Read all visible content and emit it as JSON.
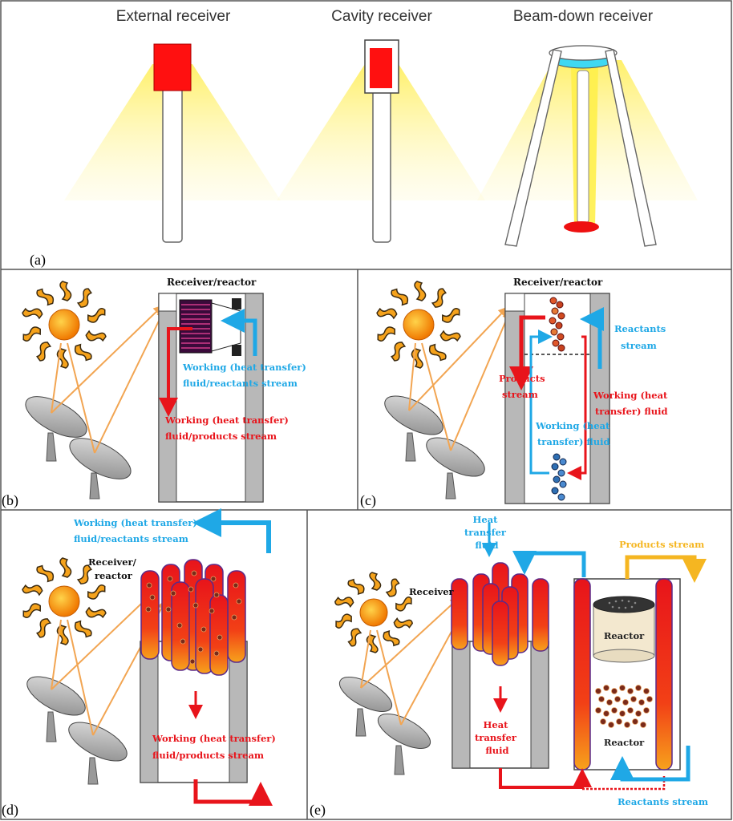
{
  "panel_a": {
    "label": "(a)",
    "titles": [
      "External receiver",
      "Cavity receiver",
      "Beam-down receiver"
    ]
  },
  "panel_b": {
    "label": "(b)",
    "title": "Receiver/reactor",
    "blue_text": [
      "Working (heat transfer)",
      "fluid/reactants stream"
    ],
    "red_text": [
      "Working (heat transfer)",
      "fluid/products stream"
    ]
  },
  "panel_c": {
    "label": "(c)",
    "title": "Receiver/reactor",
    "reactants": [
      "Reactants",
      "stream"
    ],
    "products": [
      "Products",
      "stream"
    ],
    "red_fluid": [
      "Working (heat",
      "transfer) fluid"
    ],
    "blue_fluid": [
      "Working (heat",
      "transfer) fluid"
    ]
  },
  "panel_d": {
    "label": "(d)",
    "top_text": [
      "Working (heat transfer)",
      "fluid/reactants stream"
    ],
    "receiver": [
      "Receiver/",
      "reactor"
    ],
    "bottom_text": [
      "Working (heat transfer)",
      "fluid/products stream"
    ]
  },
  "panel_e": {
    "label": "(e)",
    "htf_top": [
      "Heat",
      "transfer",
      "fluid"
    ],
    "receiver": "Receiver",
    "products": "Products stream",
    "reactor_top": "Reactor",
    "reactor_bottom": "Reactor",
    "htf_bottom": [
      "Heat",
      "transfer",
      "fluid"
    ],
    "reactants": "Reactants stream"
  },
  "colors": {
    "red": "#e8141b",
    "blue": "#1fa8e6",
    "orange": "#f2a552",
    "gold": "#f5b621",
    "beam": "#fff27a",
    "tower": "#b8b8b8"
  }
}
